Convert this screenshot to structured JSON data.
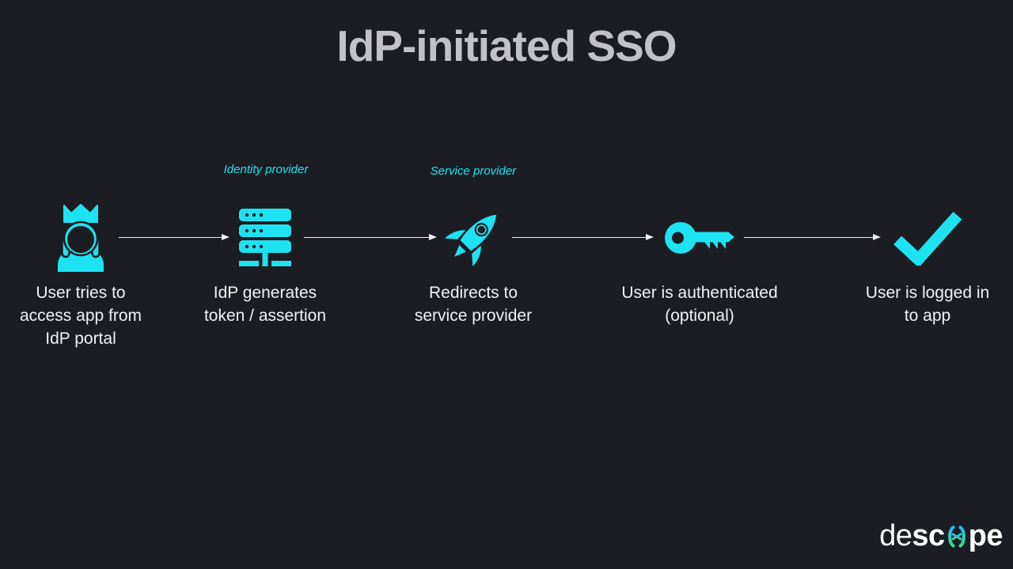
{
  "title": "IdP-initiated SSO",
  "colors": {
    "background": "#1c1d23",
    "accent_cyan": "#1de3f1",
    "title_gray": "#c1c1c6",
    "text_white": "#f2f2f3",
    "arrow_white": "#ededee",
    "logo_white": "#ffffff",
    "logo_grad_top": "#2bb8f2",
    "logo_grad_bottom": "#3bd98c"
  },
  "group_labels": {
    "identity_provider": "Identity provider",
    "service_provider": "Service provider"
  },
  "steps": [
    {
      "name": "user-portal",
      "icon": "queen-user-icon",
      "caption": "User tries to\naccess app from\nIdP portal"
    },
    {
      "name": "idp-generates-token",
      "icon": "server-icon",
      "caption": "IdP generates\ntoken / assertion"
    },
    {
      "name": "redirect-to-sp",
      "icon": "rocket-icon",
      "caption": "Redirects to\nservice provider"
    },
    {
      "name": "user-authenticated",
      "icon": "key-icon",
      "caption": "User is authenticated\n(optional)"
    },
    {
      "name": "user-logged-in",
      "icon": "checkmark-icon",
      "caption": "User is logged in\nto app"
    }
  ],
  "logo": {
    "part1": "de",
    "part2": "sc",
    "part3": "pe"
  }
}
